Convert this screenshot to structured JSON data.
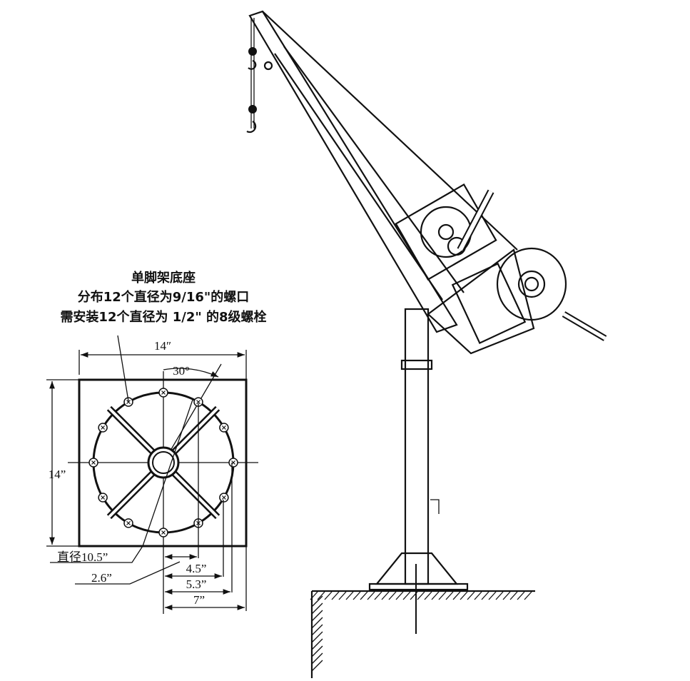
{
  "title": {
    "line1": "单脚架底座",
    "line2": "分布12个直径为9/16\"的螺口",
    "line3": "需安装12个直径为 1/2\" 的8级螺栓"
  },
  "dimensions": {
    "width": "14″",
    "height": "14”",
    "angle": "30°",
    "bolt_circle": "直径10.5”",
    "d1": "2.6”",
    "d2": "4.5”",
    "d3": "5.3”",
    "d4": "7”"
  },
  "bolt_count": 12
}
